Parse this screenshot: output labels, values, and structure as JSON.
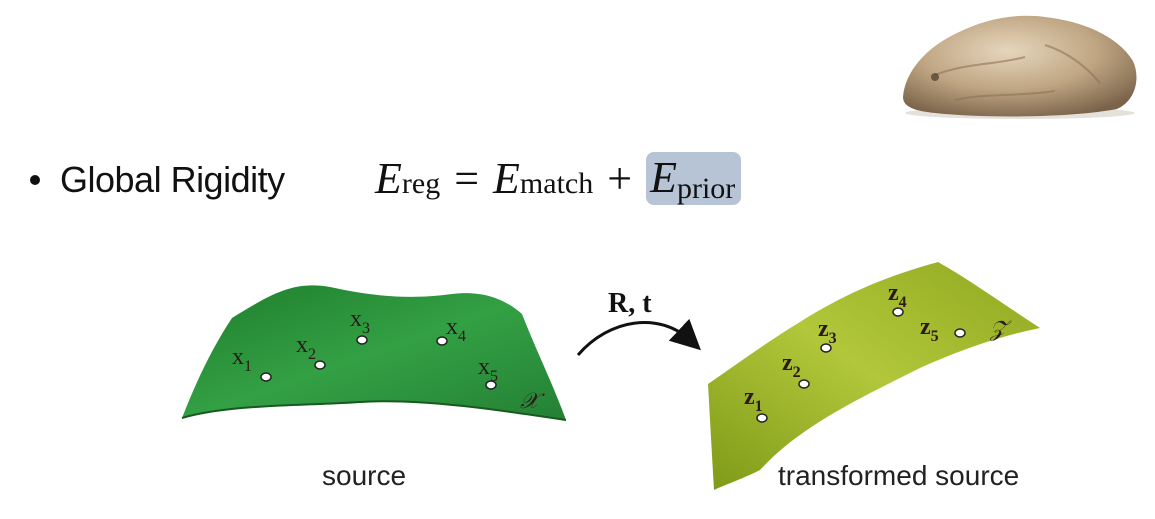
{
  "bullet": {
    "text": "Global Rigidity"
  },
  "equation": {
    "lhs_symbol": "E",
    "lhs_sub": "reg",
    "equals": "=",
    "term1_symbol": "E",
    "term1_sub": "match",
    "plus": "+",
    "term2_symbol": "E",
    "term2_sub": "prior",
    "highlight_color": "#b6c4d6"
  },
  "transform_label": "R, t",
  "source_surface": {
    "color": "#2e9a3c",
    "points": [
      "x1",
      "x2",
      "x3",
      "x4",
      "x5"
    ],
    "set_label": "𝒳"
  },
  "target_surface": {
    "color": "#a6bd2a",
    "points": [
      "z1",
      "z2",
      "z3",
      "z4",
      "z5"
    ],
    "set_label": "𝒵"
  },
  "captions": {
    "source": "source",
    "transformed": "transformed source"
  },
  "icons": {
    "rock": "rock-image"
  }
}
